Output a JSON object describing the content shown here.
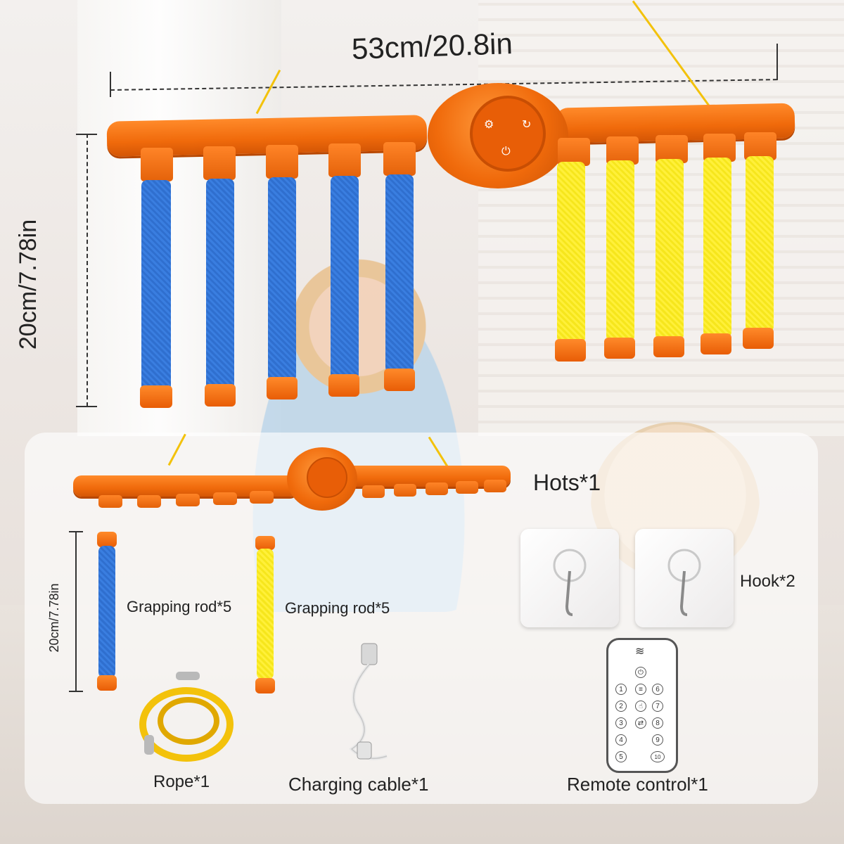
{
  "dimensions": {
    "width_label": "53cm/20.8in",
    "height_label": "20cm/7.78in",
    "rod_height_label": "20cm/7.78in"
  },
  "components": {
    "hots_label": "Hots*1",
    "hook_label": "Hook*2",
    "rod_blue_label": "Grapping rod*5",
    "rod_yellow_label": "Grapping rod*5",
    "rope_label": "Rope*1",
    "cable_label": "Charging  cable*1",
    "remote_label": "Remote control*1"
  },
  "remote_buttons": {
    "left": [
      "1",
      "2",
      "3",
      "4",
      "5"
    ],
    "right": [
      "6",
      "7",
      "8",
      "9",
      "10"
    ]
  },
  "colors": {
    "frame_orange": "#f06a0b",
    "rod_blue": "#2f6fcf",
    "rod_yellow": "#f6e61c",
    "rope_yellow": "#f3c20b"
  },
  "icons": [
    "power-icon",
    "refresh-icon",
    "settings-icon"
  ]
}
